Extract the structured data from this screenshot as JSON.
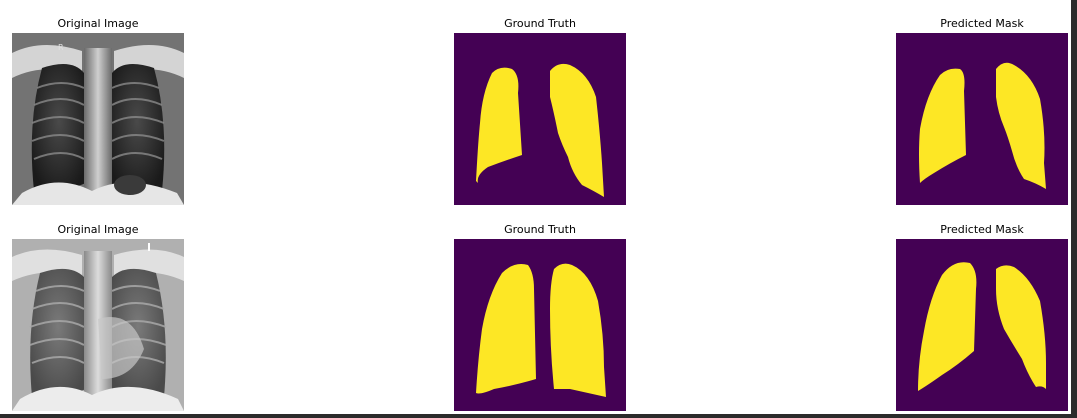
{
  "rows": [
    {
      "titles": {
        "original": "Original Image",
        "ground_truth": "Ground Truth",
        "predicted": "Predicted Mask"
      },
      "xray_marker": "R"
    },
    {
      "titles": {
        "original": "Original Image",
        "ground_truth": "Ground Truth",
        "predicted": "Predicted Mask"
      },
      "xray_marker": ""
    }
  ],
  "colors": {
    "mask_background": "#440154",
    "mask_foreground": "#fde725",
    "page_background": "#ffffff",
    "outer_background": "#1e1e1e"
  }
}
